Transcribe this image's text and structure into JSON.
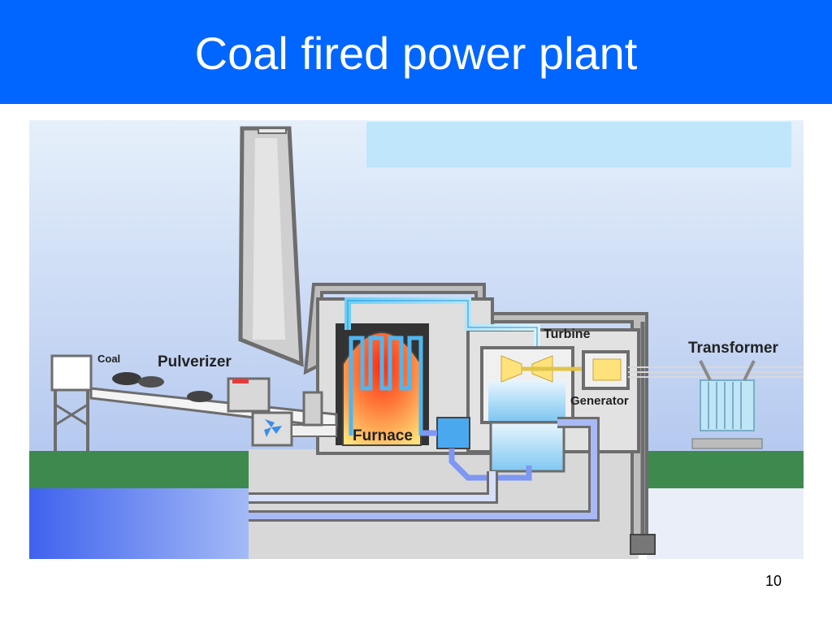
{
  "title": "Coal fired power plant",
  "page_number": "10",
  "labels": {
    "coal": "Coal",
    "pulverizer": "Pulverizer",
    "furnace": "Furnace",
    "turbine": "Turbine",
    "generator": "Generator",
    "transformer": "Transformer"
  },
  "colors": {
    "title_bar": "#0066ff",
    "sky": "#b9cdf0",
    "ground": "#3e8a4e",
    "water": "#4a6cf2",
    "building": "#dcdcdc",
    "wall": "#7d7d7d",
    "furnace_hot": "#ff5a2a",
    "furnace_warm": "#ffd86a",
    "steam_pipe": "#8ad6f5",
    "water_pipe": "#5c7cf0"
  }
}
